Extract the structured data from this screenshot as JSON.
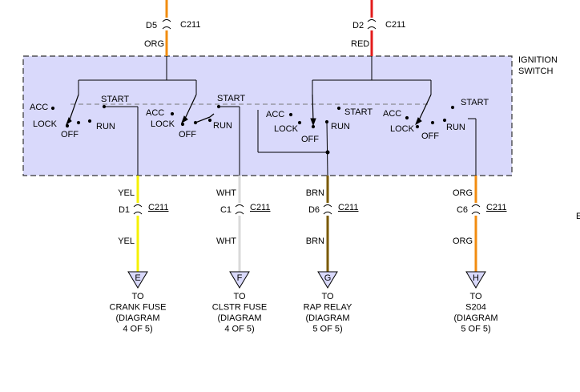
{
  "switch_label": [
    "IGNITION",
    "SWITCH"
  ],
  "connector_name": "C211",
  "top_feeds": [
    {
      "pin": "D5",
      "color_code": "ORG",
      "wire_color": "#f28c0f"
    },
    {
      "pin": "D2",
      "color_code": "RED",
      "wire_color": "#e31b1b"
    }
  ],
  "switch_positions": {
    "acc": "ACC",
    "lock": "LOCK",
    "off": "OFF",
    "run": "RUN",
    "start": "START"
  },
  "outputs": [
    {
      "upper_code": "YEL",
      "pin": "D1",
      "lower_code": "YEL",
      "letter": "E",
      "to": [
        "TO",
        "CRANK FUSE",
        "(DIAGRAM",
        "4 OF 5)"
      ],
      "wire_color": "#f5f000"
    },
    {
      "upper_code": "WHT",
      "pin": "C1",
      "lower_code": "WHT",
      "letter": "F",
      "to": [
        "TO",
        "CLSTR FUSE",
        "(DIAGRAM",
        "4 OF 5)"
      ],
      "wire_color": "#d9d9d9"
    },
    {
      "upper_code": "BRN",
      "pin": "D6",
      "lower_code": "BRN",
      "letter": "G",
      "to": [
        "TO",
        "RAP RELAY",
        "(DIAGRAM",
        "5 OF 5)"
      ],
      "wire_color": "#7a5a00"
    },
    {
      "upper_code": "ORG",
      "pin": "C6",
      "lower_code": "ORG",
      "letter": "H",
      "to": [
        "TO",
        "S204",
        "(DIAGRAM",
        "5 OF 5)"
      ],
      "wire_color": "#f28c0f"
    }
  ],
  "edge_fragment": "E"
}
